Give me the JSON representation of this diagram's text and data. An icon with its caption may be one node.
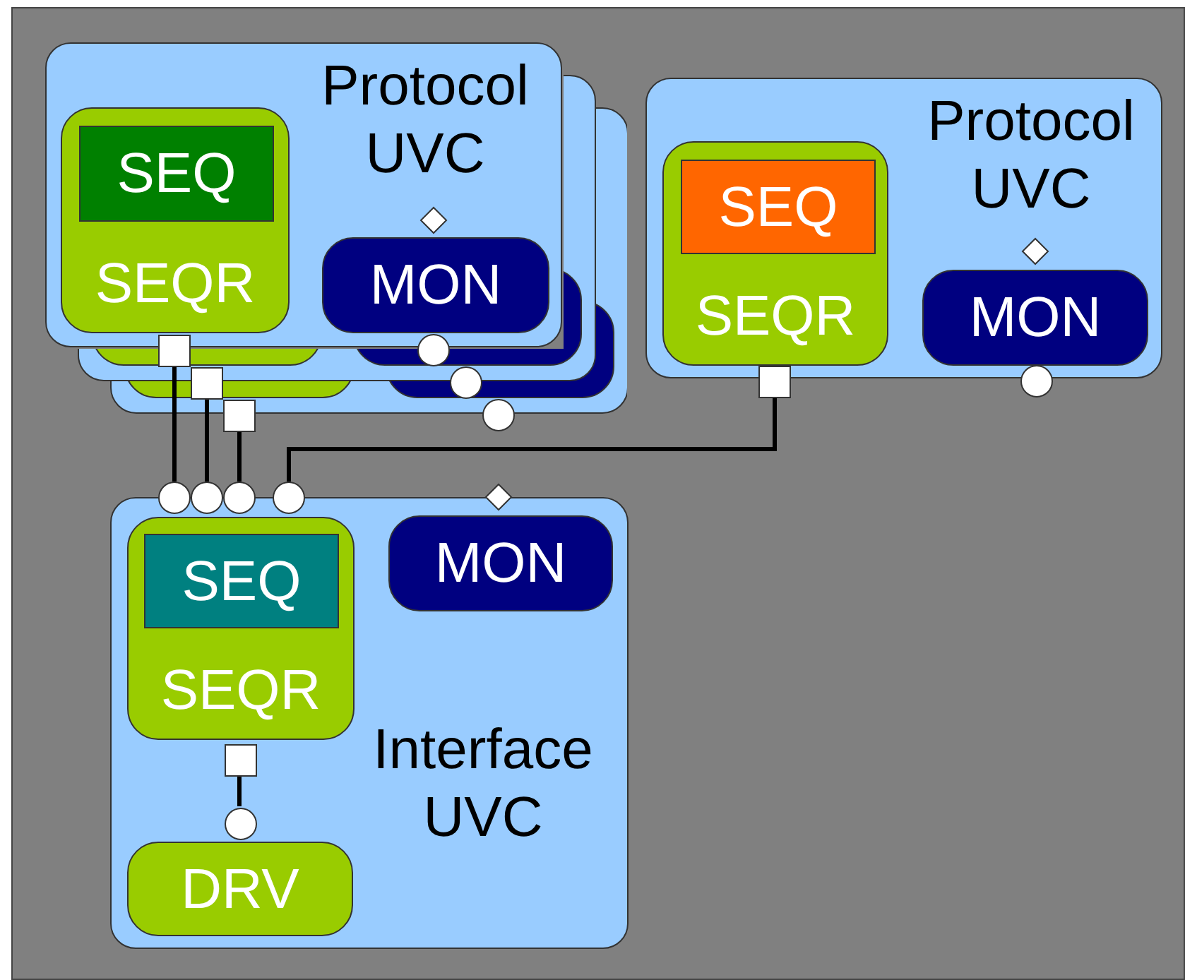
{
  "diagram": {
    "nodes": [
      {
        "text": [
          "Protocol UVC"
        ]
      },
      {
        "text": [
          "SEQR"
        ],
        "in": 0
      },
      {
        "text": [
          "SEQ"
        ],
        "in": 1
      },
      {
        "text": [
          "MON"
        ],
        "in": 0
      },
      {
        "text": [
          "Protocol UVC"
        ]
      },
      {
        "text": [
          "SEQR"
        ],
        "in": 4
      },
      {
        "text": [
          "SEQ"
        ],
        "in": 5
      },
      {
        "text": [
          "MON"
        ],
        "in": 4
      },
      {
        "text": [
          "Interface UVC"
        ]
      },
      {
        "text": [
          "SEQR"
        ],
        "in": 8
      },
      {
        "text": [
          "SEQ"
        ],
        "in": 9
      },
      {
        "text": [
          "MON"
        ],
        "in": 8
      },
      {
        "text": [
          "DRV"
        ],
        "in": 8
      },
      {
        "text": [],
        "shape": "box"
      },
      {
        "text": [],
        "shape": "box"
      },
      {
        "text": [],
        "shape": "box"
      },
      {
        "text": [],
        "shape": "box"
      },
      {
        "text": [],
        "shape": "circle"
      },
      {
        "text": [],
        "shape": "circle"
      },
      {
        "text": [],
        "shape": "circle"
      },
      {
        "text": [],
        "shape": "circle"
      },
      {
        "text": [],
        "shape": "box",
        "in": 8
      },
      {
        "text": [],
        "shape": "circle",
        "in": 8
      }
    ],
    "edges": [
      {
        "from": 13,
        "to": 17,
        "arrow": "none"
      },
      {
        "from": 14,
        "to": 18,
        "arrow": "none"
      },
      {
        "from": 15,
        "to": 19,
        "arrow": "none"
      },
      {
        "from": 16,
        "to": 20,
        "arrow": "none"
      },
      {
        "from": 21,
        "to": 22,
        "arrow": "none"
      }
    ]
  }
}
